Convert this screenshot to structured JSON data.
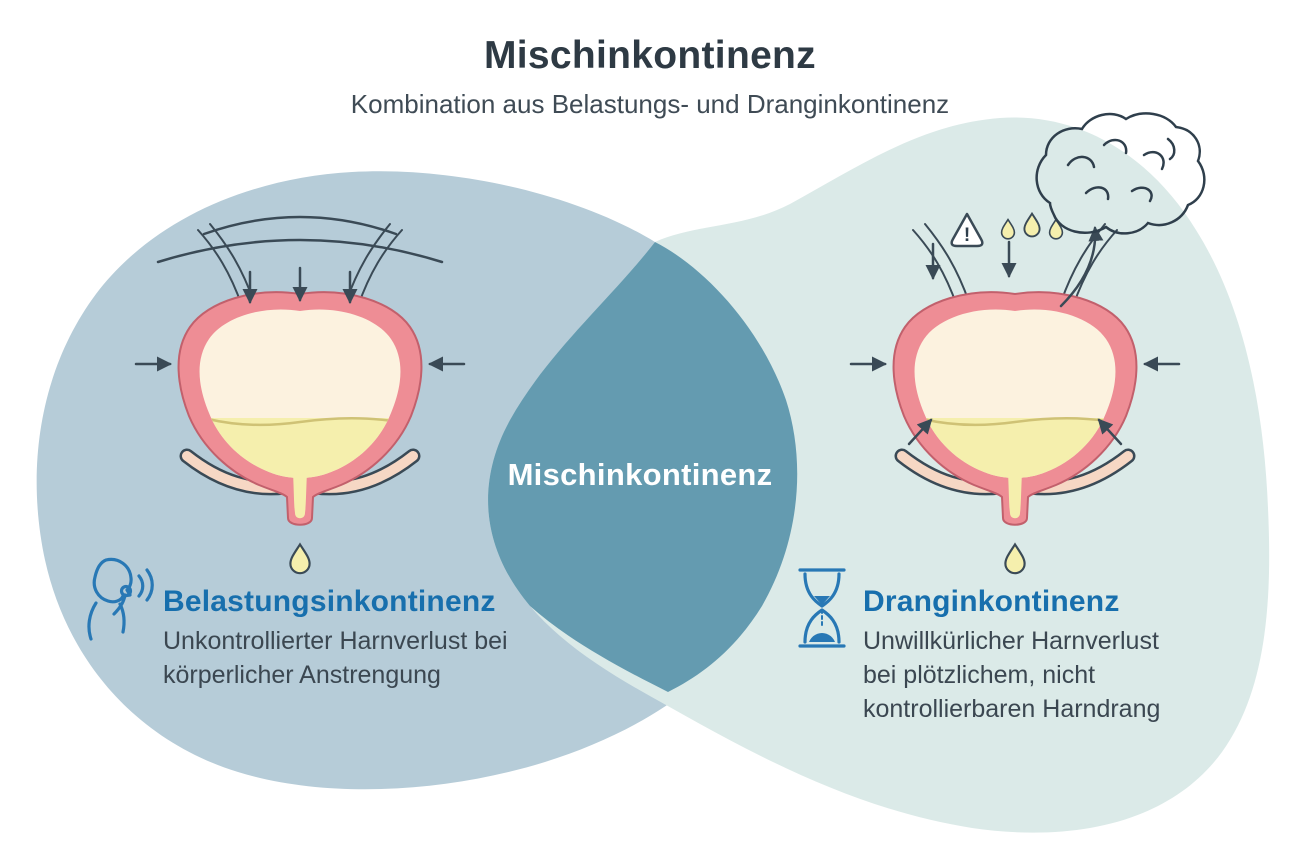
{
  "header": {
    "title": "Mischinkontinenz",
    "subtitle": "Kombination aus Belastungs- und Dranginkontinenz"
  },
  "overlap": {
    "label": "Mischinkontinenz"
  },
  "left_section": {
    "heading": "Belastungsinkontinenz",
    "description_lines": [
      "Unkontrollierter Harnverlust bei",
      "körperlicher Anstrengung"
    ],
    "icon": "coughing-person-icon"
  },
  "right_section": {
    "heading": "Dranginkontinenz",
    "description_lines": [
      "Unwillkürlicher Harnverlust",
      "bei plötzlichem, nicht",
      "kontrollierbaren Harndrang"
    ],
    "icon": "hourglass-icon",
    "warning_mark": "!"
  },
  "colors": {
    "left_blob": "#b6ccd8",
    "right_blob": "#dbeae8",
    "overlap": "#649bb0",
    "heading_blue": "#176fad",
    "title_text": "#2e3a44",
    "body_text": "#3b4751",
    "bladder_wall": "#ee8d95",
    "bladder_wall_outline": "#c2606c",
    "bladder_inner": "#fcf2df",
    "urine_yellow": "#f5efad",
    "urine_line": "#cfc275",
    "pelvic_band": "#f6d7c4",
    "line_art": "#3a4a56",
    "icon_blue": "#2878b5"
  }
}
